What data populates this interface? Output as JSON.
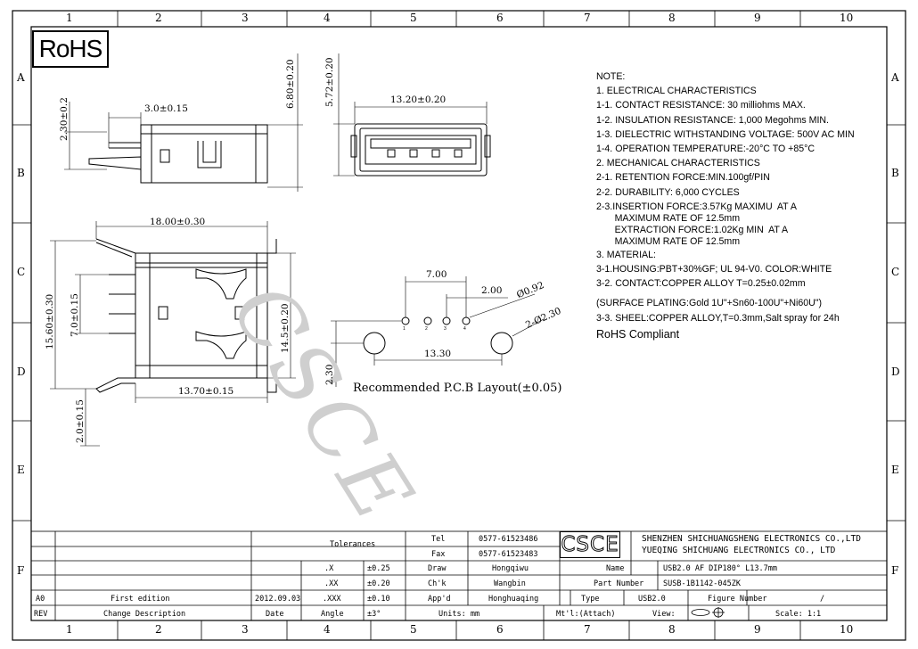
{
  "border": {
    "columns": [
      "1",
      "2",
      "3",
      "4",
      "5",
      "6",
      "7",
      "8",
      "9",
      "10"
    ],
    "rows": [
      "A",
      "B",
      "C",
      "D",
      "E",
      "F"
    ]
  },
  "rohs_logo": "RoHS",
  "watermark": "CSCE",
  "dimensions": {
    "side_height": "6.80±0.20",
    "side_pin_height": "2.30±0.2",
    "side_pin_width": "3.0±0.15",
    "front_width": "13.20±0.20",
    "front_height": "5.72±0.20",
    "top_length": "18.00±0.30",
    "top_width_left": "15.60±0.30",
    "top_pin_span": "7.0±0.15",
    "top_width_right": "14.5±0.20",
    "top_body_length": "13.70±0.15",
    "top_tab": "2.0±0.15",
    "pcb_pitch_total": "7.00",
    "pcb_pitch": "2.00",
    "pcb_hole_small": "Ø0.92",
    "pcb_hole_large": "2-Ø2.30",
    "pcb_span": "13.30",
    "pcb_offset": "2.30",
    "pin_numbers": [
      "1",
      "2",
      "3",
      "4"
    ],
    "pcb_caption": "Recommended P.C.B Layout(±0.05)"
  },
  "notes": [
    "NOTE:",
    "1. ELECTRICAL CHARACTERISTICS",
    "1-1. CONTACT RESISTANCE: 30 milliohms  MAX.",
    "1-2. INSULATION RESISTANCE: 1,000 Megohms MIN.",
    "1-3. DIELECTRIC WITHSTANDING VOLTAGE: 500V AC MIN",
    "1-4. OPERATION  TEMPERATURE:-20°C TO  +85°C",
    "2. MECHANICAL CHARACTERISTICS",
    "2-1. RETENTION FORCE:MIN.100gf/PIN",
    "2-2. DURABILITY: 6,000 CYCLES",
    "2-3.INSERTION FORCE:3.57Kg MAXIMU  AT A",
    "       MAXIMUM RATE OF 12.5mm",
    "       EXTRACTION FORCE:1.02Kg MIN  AT A",
    "       MAXIMUM RATE OF 12.5mm",
    "3. MATERIAL:",
    "3-1.HOUSING:PBT+30%GF; UL 94-V0. COLOR:WHITE",
    "3-2. CONTACT:COPPER ALLOY  T=0.25±0.02mm",
    "(SURFACE PLATING:Gold 1U\"+Sn60-100U\"+Ni60U\")",
    "3-3. SHEEL:COPPER ALLOY,T=0.3mm,Salt spray for 24h",
    "RoHS Compliant"
  ],
  "title_block": {
    "tolerances_label": "Tolerances",
    "tol_rows": [
      {
        "k": ".X",
        "v": "±0.25"
      },
      {
        "k": ".XX",
        "v": "±0.20"
      },
      {
        "k": ".XXX",
        "v": "±0.10"
      },
      {
        "k": "Angle",
        "v": "±3°"
      }
    ],
    "tel_label": "Tel",
    "tel_value": "0577-61523486",
    "fax_label": "Fax",
    "fax_value": "0577-61523483",
    "draw_label": "Draw",
    "draw_value": "Hongqiwu",
    "chk_label": "Ch'k",
    "chk_value": "Wangbin",
    "appd_label": "App'd",
    "appd_value": "Honghuaqing",
    "units_label": "Units: mm",
    "mtl_label": "Mt'l:(Attach)",
    "logo": "CSCE",
    "company_1": "SHENZHEN SHICHUANGSHENG ELECTRONICS CO.,LTD",
    "company_2": "YUEQING SHICHUANG ELECTRONICS CO., LTD",
    "name_label": "Name",
    "name_value": "USB2.0 AF DIP180° L13.7mm",
    "part_label": "Part Number",
    "part_value": "SUSB-1B1142-045ZK",
    "type_label": "Type",
    "type_value": "USB2.0",
    "figure_label": "Figure Number",
    "figure_value": "/",
    "view_label": "View:",
    "scale_label": "Scale: 1:1",
    "rev_rows": [
      {
        "rev": "A0",
        "desc": "First edition",
        "date": "2012.09.03"
      },
      {
        "rev": "REV",
        "desc": "Change Description",
        "date": "Date"
      }
    ]
  }
}
